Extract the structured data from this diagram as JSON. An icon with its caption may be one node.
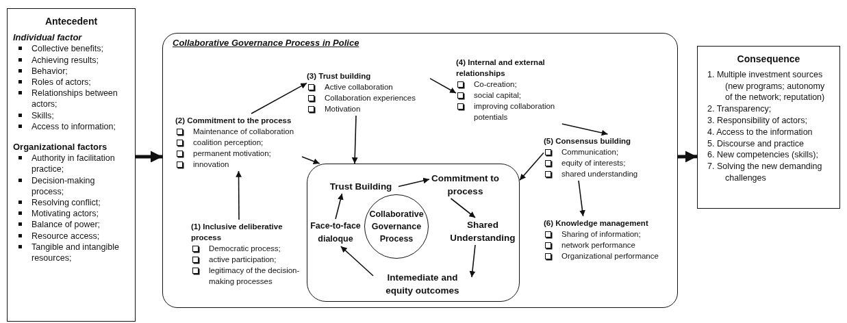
{
  "diagram": {
    "nodes": [
      {
        "text": [
          "Antecedent",
          "Individual factor",
          "Collective benefits;",
          "Achieving results;",
          "Behavior;",
          "Roles of actors;",
          "Relationships between actors;",
          "Skills;",
          "Access to information;",
          "Organizational factors",
          "Authority in facilitation practice;",
          "Decision-making process;",
          "Resolving conflict;",
          "Motivating actors;",
          "Balance of power;",
          "Resource access;",
          "Tangible and intangible resources;"
        ]
      },
      {
        "text": [
          "Collaborative Governance Process in Police"
        ]
      },
      {
        "text": [
          "(1) Inclusive deliberative process",
          "Democratic process;",
          "active participation;",
          "legitimacy of the decision-making processes"
        ],
        "in": 1
      },
      {
        "text": [
          "(2) Commitment to the process",
          "Maintenance of collaboration",
          "coalition perception;",
          "permanent motivation;",
          "innovation"
        ],
        "in": 1
      },
      {
        "text": [
          "(3) Trust building",
          "Active collaboration",
          "Collaboration experiences",
          "Motivation"
        ],
        "in": 1
      },
      {
        "text": [
          "(4) Internal and external relationships",
          "Co-creation;",
          "social capital;",
          "improving collaboration potentials"
        ],
        "in": 1
      },
      {
        "text": [
          "(5) Consensus building",
          "Communication;",
          "equity of interests;",
          "shared understanding"
        ],
        "in": 1
      },
      {
        "text": [
          "(6) Knowledge management",
          "Sharing of information;",
          "network performance",
          "Organizational performance"
        ],
        "in": 1
      },
      {
        "text": [],
        "shape": "box",
        "in": 1
      },
      {
        "text": [
          "Trust Building"
        ],
        "in": 8
      },
      {
        "text": [
          "Commitment to process"
        ],
        "in": 8
      },
      {
        "text": [
          "Shared Understanding"
        ],
        "in": 8
      },
      {
        "text": [
          "Intemediate and equity outcomes"
        ],
        "in": 8
      },
      {
        "text": [
          "Face-to-face dialoque"
        ],
        "in": 8
      },
      {
        "text": [
          "Collaborative Governance Process"
        ],
        "in": 8
      },
      {
        "text": [
          "Consequence",
          "1. Multiple investment sources (new programs; autonomy of the network; reputation)",
          "2. Transparency;",
          "3. Responsibility of actors;",
          "4. Access to the information",
          "5. Discourse and practice",
          "6. New competencies (skills);",
          "7. Solving the new demanding challenges"
        ]
      }
    ],
    "edges": [
      {
        "from": 0,
        "to": 1,
        "arrow": "to",
        "style": "thick"
      },
      {
        "from": 1,
        "to": 15,
        "arrow": "to",
        "style": "thick"
      },
      {
        "from": 2,
        "to": 3,
        "arrow": "to"
      },
      {
        "from": 3,
        "to": 4,
        "arrow": "to"
      },
      {
        "from": 4,
        "to": 5,
        "arrow": "to"
      },
      {
        "from": 5,
        "to": 6,
        "arrow": "to"
      },
      {
        "from": 6,
        "to": 7,
        "arrow": "to"
      },
      {
        "from": 3,
        "to": 8,
        "arrow": "to"
      },
      {
        "from": 4,
        "to": 8,
        "arrow": "to"
      },
      {
        "from": 6,
        "to": 8,
        "arrow": "to"
      },
      {
        "from": 9,
        "to": 10,
        "arrow": "to"
      },
      {
        "from": 10,
        "to": 11,
        "arrow": "to"
      },
      {
        "from": 11,
        "to": 12,
        "arrow": "to"
      },
      {
        "from": 12,
        "to": 13,
        "arrow": "to"
      },
      {
        "from": 13,
        "to": 9,
        "arrow": "to"
      }
    ]
  }
}
